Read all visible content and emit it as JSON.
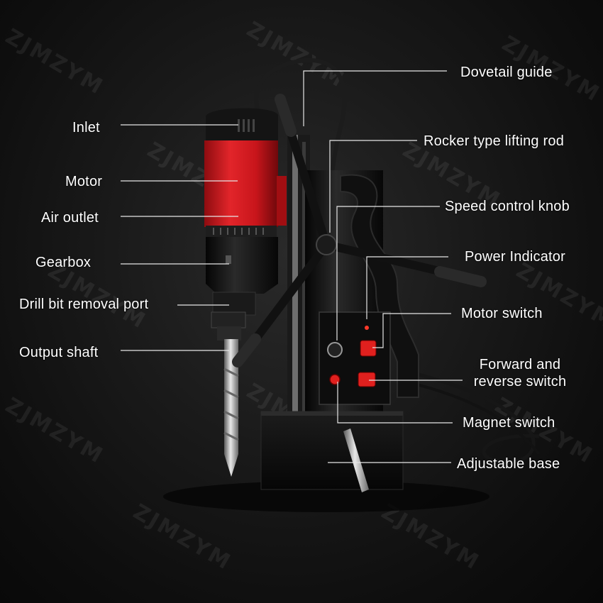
{
  "labels": {
    "inlet": "Inlet",
    "motor": "Motor",
    "air_outlet": "Air outlet",
    "gearbox": "Gearbox",
    "drill_bit_removal_port": "Drill bit removal port",
    "output_shaft": "Output shaft",
    "dovetail_guide": "Dovetail guide",
    "rocker_lifting_rod": "Rocker type lifting rod",
    "speed_control_knob": "Speed control knob",
    "power_indicator": "Power Indicator",
    "motor_switch": "Motor switch",
    "forward_reverse_switch": "Forward and reverse switch",
    "magnet_switch": "Magnet switch",
    "adjustable_base": "Adjustable base"
  },
  "watermark": "ZJMZYM",
  "colors": {
    "background": "#141414",
    "motor_red": "#d4161c",
    "body_black": "#111111",
    "leader_line": "#e6e6e6",
    "switch_red": "#e0201e",
    "metal": "#b8b8b8"
  }
}
